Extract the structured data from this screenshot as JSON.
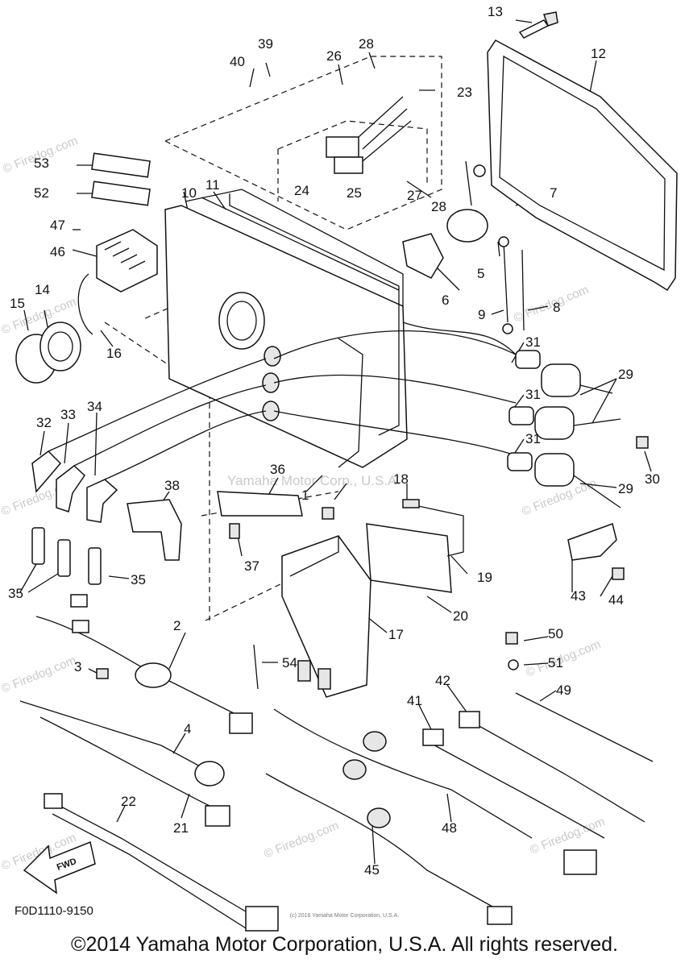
{
  "watermarks": {
    "firedog": "© Firedog.com",
    "center": "Yamaha Motor Corp., U.S.A."
  },
  "diagram_code": "F0D1110-9150",
  "fwd_label": "FWD",
  "small_note": "(c) 2016 Yamaha Motor Corporation, U.S.A.",
  "copyright": "©2014 Yamaha Motor Corporation, U.S.A. All rights reserved.",
  "part_numbers": {
    "p1": "1",
    "p2": "2",
    "p3": "3",
    "p4": "4",
    "p5": "5",
    "p6": "6",
    "p7": "7",
    "p8": "8",
    "p9": "9",
    "p10": "10",
    "p11": "11",
    "p12": "12",
    "p13": "13",
    "p14": "14",
    "p15": "15",
    "p16": "16",
    "p17": "17",
    "p18": "18",
    "p19": "19",
    "p20": "20",
    "p21": "21",
    "p22": "22",
    "p23": "23",
    "p24": "24",
    "p25": "25",
    "p26": "26",
    "p27": "27",
    "p28a": "28",
    "p28b": "28",
    "p29a": "29",
    "p29b": "29",
    "p30": "30",
    "p31a": "31",
    "p31b": "31",
    "p31c": "31",
    "p32": "32",
    "p33": "33",
    "p34": "34",
    "p35a": "35",
    "p35b": "35",
    "p36": "36",
    "p37": "37",
    "p38": "38",
    "p39": "39",
    "p40": "40",
    "p41": "41",
    "p42": "42",
    "p43": "43",
    "p44": "44",
    "p45": "45",
    "p46": "46",
    "p47": "47",
    "p48": "48",
    "p49": "49",
    "p50": "50",
    "p51": "51",
    "p52": "52",
    "p53": "53",
    "p54": "54"
  }
}
